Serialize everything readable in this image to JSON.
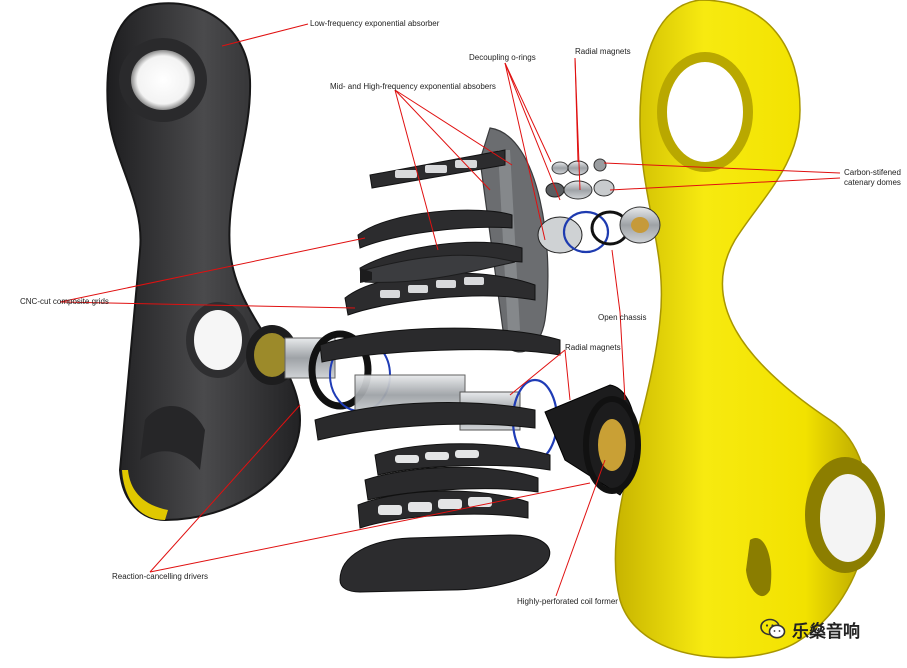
{
  "colors": {
    "shell_dark": "#3a3a3c",
    "shell_dark_edge": "#1f1f21",
    "shell_yellow": "#f2e400",
    "shell_yellow_shade": "#c9b800",
    "leader_line": "#e01010",
    "grid": "#2c2c2e",
    "metal": "#b8bcc0"
  },
  "labels": {
    "low_freq_absorber": "Low-frequency exponential absorber",
    "decoupling_orings": "Decoupling o-rings",
    "radial_magnets_top": "Radial magnets",
    "mid_high_absorbers": "Mid- and High-frequency exponential absobers",
    "carbon_domes_line1": "Carbon-stifened",
    "carbon_domes_line2": "catenary domes",
    "cnc_grids": "CNC-cut composite grids",
    "open_chassis": "Open chassis",
    "radial_magnets_mid": "Radial magnets",
    "reaction_drivers": "Reaction-cancelling drivers",
    "coil_former": "Highly-perforated coil former"
  },
  "watermark": {
    "text": "乐燊音响",
    "icon": "wechat-icon"
  }
}
